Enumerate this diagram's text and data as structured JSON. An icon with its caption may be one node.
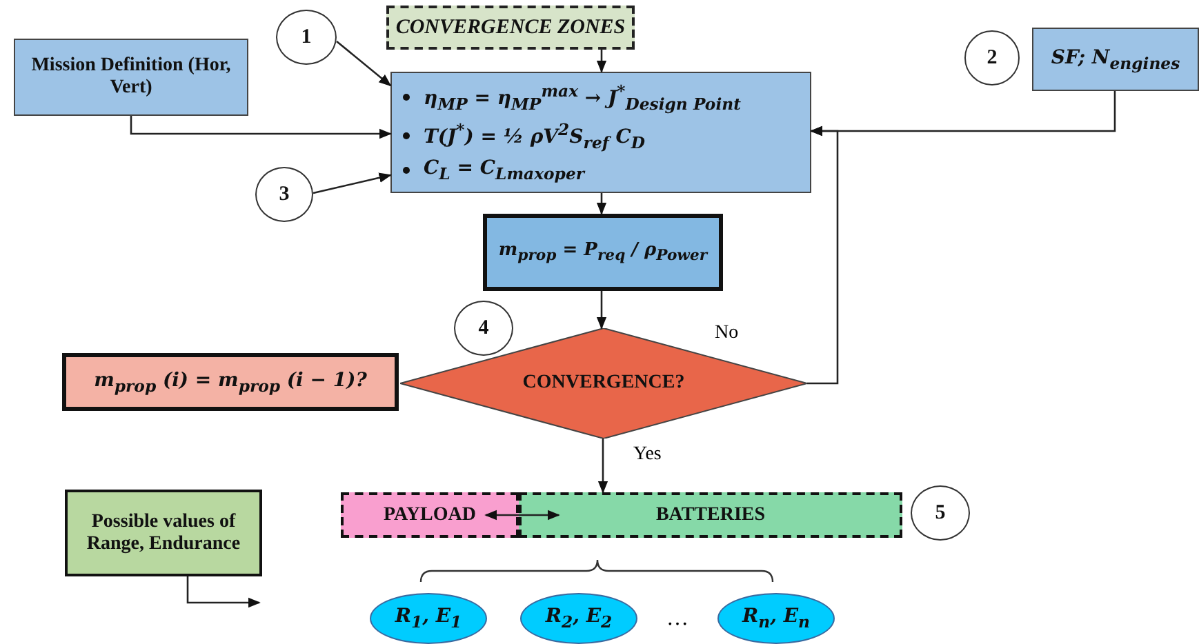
{
  "diagram": {
    "nodes": [
      {
        "text": [
          "CONVERGENCE ZONES"
        ]
      },
      {
        "text": [
          "Mission Definition (Hor, Vert)"
        ]
      },
      {
        "text": [
          "η$_{MP}$ = η$_{MP}$$^{max}$ → J$^{*}$$_{Design Point}$",
          "T(J$^{*}$) = ½ ρV$^{2}$S$_{ref}$ C$_{D}$",
          "C$_{L}$ = C$_{L}$$_{maxoper}$"
        ]
      },
      {
        "text": [
          "1"
        ]
      },
      {
        "text": [
          "2"
        ]
      },
      {
        "text": [
          "SF; N$_{engines}$"
        ]
      },
      {
        "text": [
          "3"
        ]
      },
      {
        "text": [
          "m$_{prop}$ = P$_{req}$ / ρ$_{Power}$"
        ]
      },
      {
        "text": [
          "4"
        ]
      },
      {
        "text": [
          "m$_{prop}$ (i) = m$_{prop}$ (i − 1)?"
        ]
      },
      {
        "text": [
          "CONVERGENCE?"
        ]
      },
      {
        "text": [
          "Possible values of Range, Endurance"
        ]
      },
      {
        "text": [
          "PAYLOAD"
        ]
      },
      {
        "text": [
          "BATTERIES"
        ]
      },
      {
        "text": [
          "5"
        ]
      },
      {
        "text": [
          "R$_{1}$, E$_{1}$"
        ]
      },
      {
        "text": [
          "R$_{2}$, E$_{2}$"
        ]
      },
      {
        "text": [
          "R$_{n}$, E$_{n}$"
        ]
      }
    ],
    "edges": [
      {
        "from": 0,
        "to": 2,
        "arrow": "to"
      },
      {
        "from": 1,
        "to": 2,
        "arrow": "to"
      },
      {
        "from": 5,
        "to": 2,
        "arrow": "to"
      },
      {
        "from": 3,
        "to": 2,
        "arrow": "to"
      },
      {
        "from": 6,
        "to": 2,
        "arrow": "to"
      },
      {
        "from": 2,
        "to": 7,
        "arrow": "to"
      },
      {
        "from": 7,
        "to": 10,
        "arrow": "to"
      },
      {
        "from": 10,
        "to": 2,
        "arrow": "to",
        "label": "No"
      },
      {
        "from": 10,
        "to": 13,
        "arrow": "to",
        "label": "Yes"
      },
      {
        "from": 12,
        "to": 13,
        "arrow": "both"
      },
      {
        "from": 11,
        "to": null,
        "arrow": "to"
      }
    ],
    "labels": [
      "…"
    ]
  }
}
